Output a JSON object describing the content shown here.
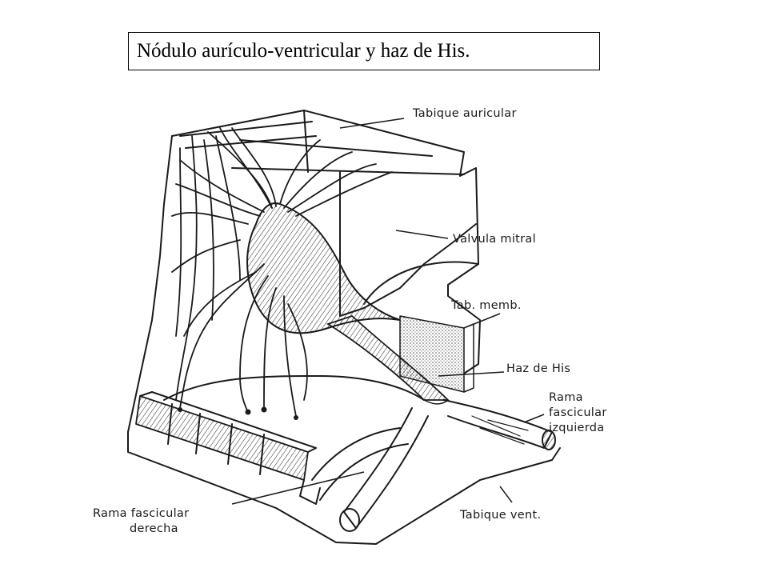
{
  "title": "Nódulo aurículo-ventricular  y haz de His.",
  "labels": {
    "tabique_auricular": "Tabique auricular",
    "valvula_mitral": "Válvula mitral",
    "tab_memb": "Tab. memb.",
    "haz_de_his": "Haz de His",
    "rama_izquierda_1": "Rama",
    "rama_izquierda_2": "fascicular",
    "rama_izquierda_3": "izquierda",
    "rama_derecha_1": "Rama fascicular",
    "rama_derecha_2": "derecha",
    "tabique_vent": "Tabique vent."
  },
  "colors": {
    "ink": "#1a1a1a",
    "background": "#ffffff",
    "shading": "#777777"
  }
}
